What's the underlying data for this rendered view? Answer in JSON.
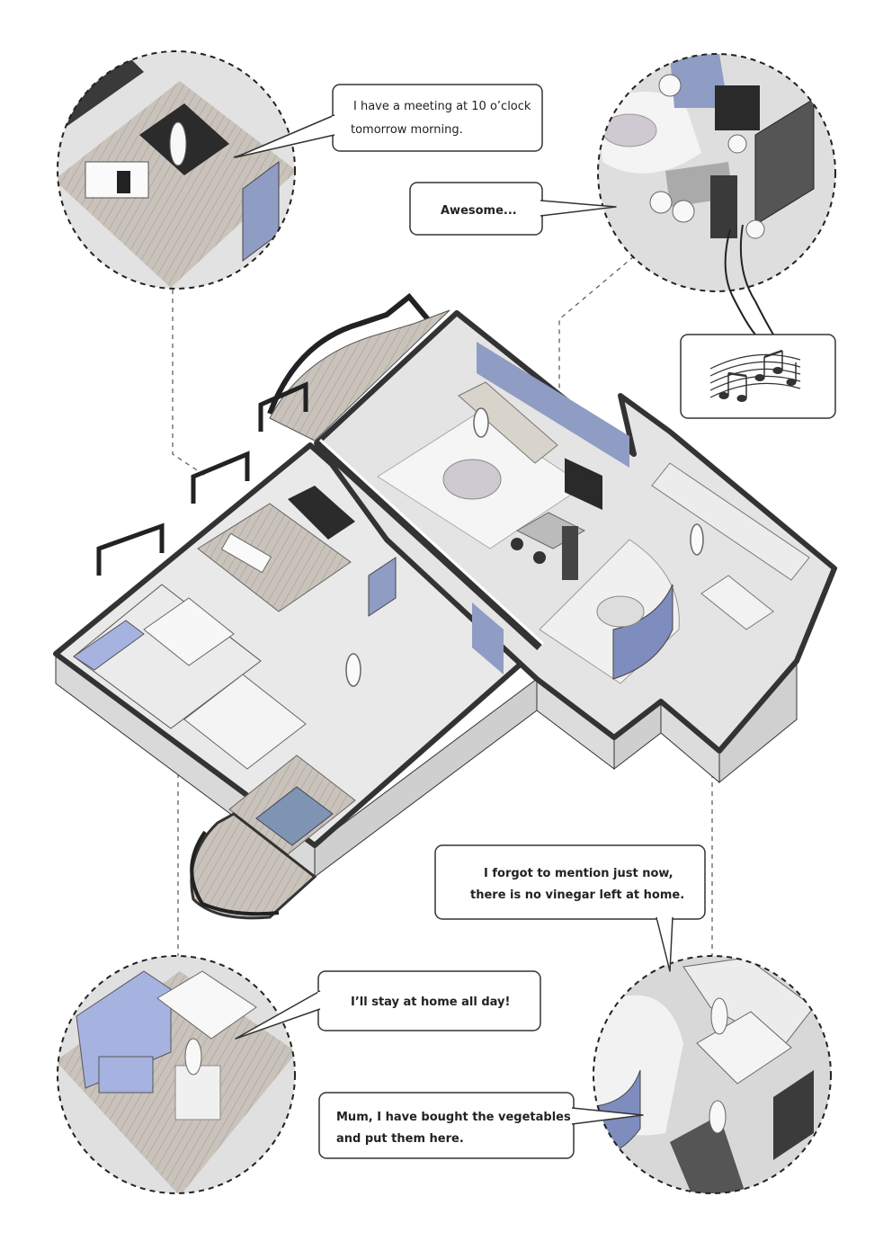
{
  "speech_bubbles": {
    "meeting": {
      "line1": "I have a meeting at 10 o’clock",
      "line2": "tomorrow morning."
    },
    "awesome": {
      "text": "Awesome..."
    },
    "music": {
      "icon": "music-notes-icon"
    },
    "vinegar": {
      "line1": "I forgot to mention just now,",
      "line2": "there is no vinegar left at home."
    },
    "stay_home": {
      "text": "I’ll stay at home all day!"
    },
    "vegetables": {
      "line1": "Mum, I have bought the vegetables",
      "line2": "and put them here."
    }
  },
  "colors": {
    "wall": "#3b3b3b",
    "floor_light": "#e6e6e6",
    "floor_wood": "#bdb7b0",
    "accent_blue": "#8f9cc4",
    "sofa_dark": "#2b2b2b",
    "bubble_border": "#333333"
  }
}
